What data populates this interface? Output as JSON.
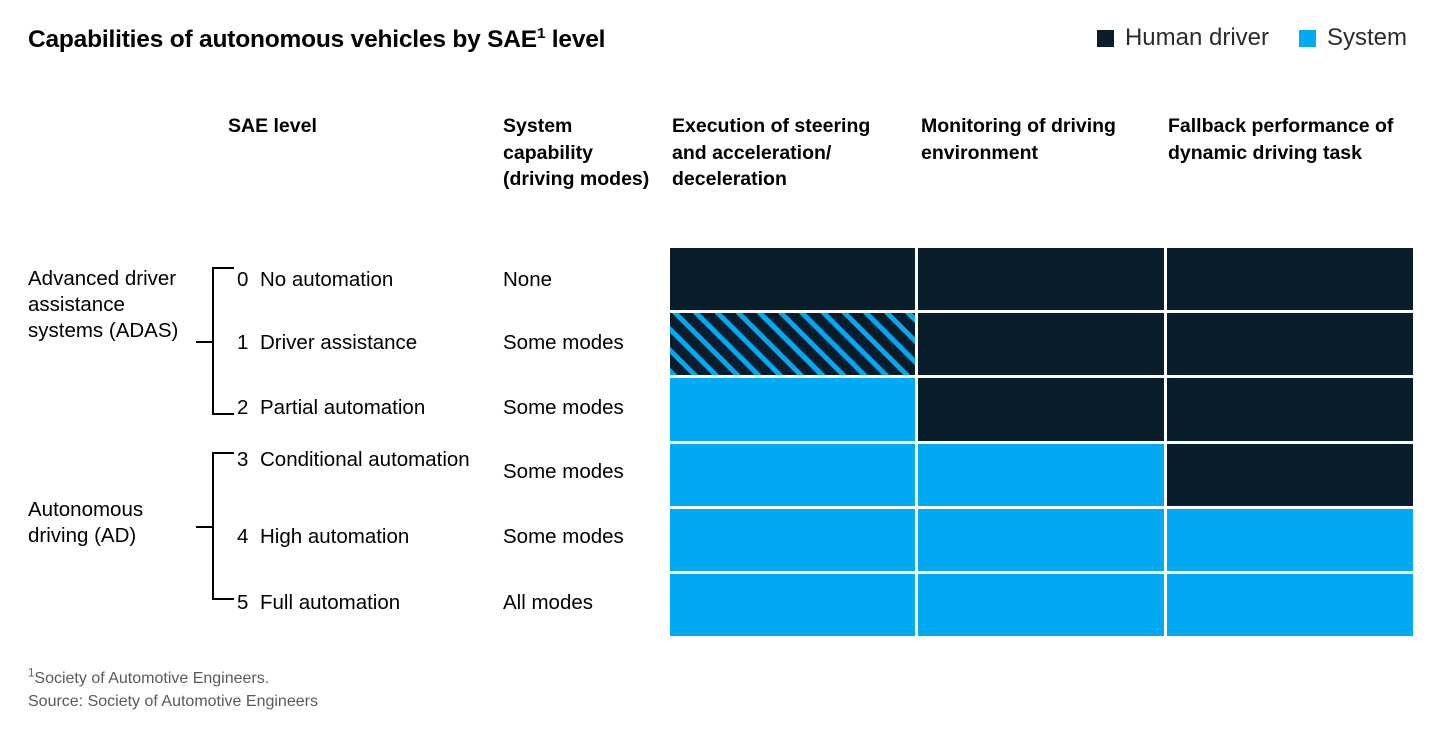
{
  "title": {
    "main": "Capabilities of autonomous vehicles by SAE",
    "superscript": "1",
    "tail": " level",
    "full": "Capabilities of autonomous vehicles by SAE1 level"
  },
  "legend": {
    "items": [
      {
        "label": "Human driver",
        "color": "#0a1d2b",
        "key": "human"
      },
      {
        "label": "System",
        "color": "#01a9f4",
        "key": "system"
      }
    ]
  },
  "columns": {
    "sae_level": "SAE level",
    "system_capability": "System capability (driving modes)",
    "execution": "Execution of steering and acceleration/ deceleration",
    "monitoring": "Monitoring of driving environment",
    "fallback": "Fallback performance of dynamic driving task"
  },
  "groups": [
    {
      "id": "adas",
      "label": "Advanced driver assistance systems (ADAS)",
      "levels": [
        0,
        1,
        2
      ]
    },
    {
      "id": "ad",
      "label": "Autonomous driving (AD)",
      "levels": [
        3,
        4,
        5
      ]
    }
  ],
  "rows": [
    {
      "num": "0",
      "label": "No automation",
      "capability": "None",
      "execution": "human",
      "monitoring": "human",
      "fallback": "human"
    },
    {
      "num": "1",
      "label": "Driver assistance",
      "capability": "Some modes",
      "execution": "mixed",
      "monitoring": "human",
      "fallback": "human"
    },
    {
      "num": "2",
      "label": "Partial automation",
      "capability": "Some modes",
      "execution": "system",
      "monitoring": "human",
      "fallback": "human"
    },
    {
      "num": "3",
      "label": "Conditional automation",
      "capability": "Some modes",
      "execution": "system",
      "monitoring": "system",
      "fallback": "human"
    },
    {
      "num": "4",
      "label": "High automation",
      "capability": "Some modes",
      "execution": "system",
      "monitoring": "system",
      "fallback": "system"
    },
    {
      "num": "5",
      "label": "Full automation",
      "capability": "All modes",
      "execution": "system",
      "monitoring": "system",
      "fallback": "system"
    }
  ],
  "footnotes": {
    "marker": "1",
    "note": "Society of Automotive Engineers.",
    "source": "Source: Society of Automotive Engineers"
  },
  "chart_data": {
    "type": "heatmap",
    "title": "Capabilities of autonomous vehicles by SAE1 level",
    "xlabel": "",
    "ylabel": "",
    "grid": false,
    "legend_position": "top-right",
    "legend": [
      "Human driver",
      "System"
    ],
    "value_colors": {
      "human": "#0a1d2b",
      "system": "#01a9f4",
      "mixed": "striped human/system"
    },
    "categories": [
      "Execution of steering and acceleration/deceleration",
      "Monitoring of driving environment",
      "Fallback performance of dynamic driving task"
    ],
    "y": [
      "0 No automation",
      "1 Driver assistance",
      "2 Partial automation",
      "3 Conditional automation",
      "4 High automation",
      "5 Full automation"
    ],
    "values": [
      [
        "human",
        "human",
        "human"
      ],
      [
        "mixed",
        "human",
        "human"
      ],
      [
        "system",
        "human",
        "human"
      ],
      [
        "system",
        "system",
        "human"
      ],
      [
        "system",
        "system",
        "system"
      ],
      [
        "system",
        "system",
        "system"
      ]
    ],
    "annotations": [
      "ADAS groups SAE levels 0-2",
      "AD groups SAE levels 3-5"
    ]
  }
}
